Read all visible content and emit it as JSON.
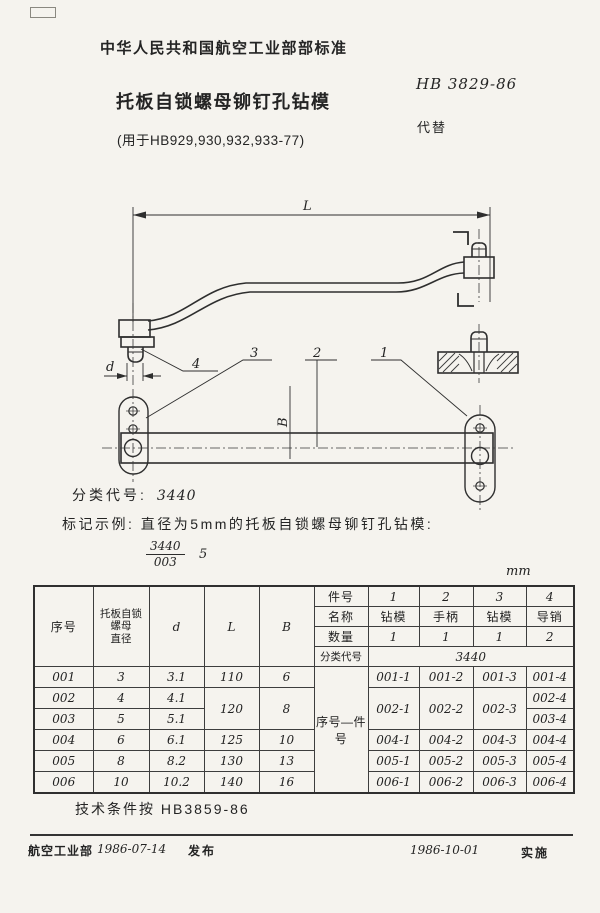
{
  "header": {
    "org": "中华人民共和国航空工业部部标准",
    "standard_no": "HB 3829-86",
    "title": "托板自锁螺母铆钉孔钻模",
    "subtitle": "(用于HB929,930,932,933-77)",
    "replaces_label": "代替"
  },
  "drawing": {
    "dim_length": "L",
    "dim_width": "B",
    "dim_diameter": "d",
    "callouts": [
      "4",
      "3",
      "2",
      "1"
    ]
  },
  "classification": {
    "label": "分类代号:",
    "value": "3440"
  },
  "marking_example": {
    "intro": "标记示例: 直径为5mm的托板自锁螺母铆钉孔钻模:",
    "fraction_numerator": "3440",
    "fraction_denominator": "003",
    "suffix": "5"
  },
  "table": {
    "unit": "mm",
    "left_headers": {
      "seq": "序号",
      "dia_lines": [
        "托板自锁",
        "螺母",
        "直径"
      ],
      "d": "d",
      "L": "L",
      "B": "B"
    },
    "right_header_rows": [
      {
        "label": "件号",
        "values": [
          "1",
          "2",
          "3",
          "4"
        ]
      },
      {
        "label": "名称",
        "values": [
          "钻模",
          "手柄",
          "钻模",
          "导销"
        ]
      },
      {
        "label": "数量",
        "values": [
          "1",
          "1",
          "1",
          "2"
        ]
      },
      {
        "label": "分类代号",
        "merged_value": "3440"
      }
    ],
    "body_label": "序号—件号",
    "rows": [
      {
        "seq": "001",
        "dia": "3",
        "d": "3.1",
        "L": "110",
        "B": "6",
        "parts": [
          "001-1",
          "001-2",
          "001-3",
          "001-4"
        ]
      },
      {
        "seq": "002",
        "dia": "4",
        "d": "4.1",
        "L": "120",
        "B": "8",
        "parts": [
          "002-1",
          "002-2",
          "002-3",
          "002-4"
        ]
      },
      {
        "seq": "003",
        "dia": "5",
        "d": "5.1",
        "L": "",
        "B": "",
        "parts": [
          "",
          "",
          "",
          "003-4"
        ]
      },
      {
        "seq": "004",
        "dia": "6",
        "d": "6.1",
        "L": "125",
        "B": "10",
        "parts": [
          "004-1",
          "004-2",
          "004-3",
          "004-4"
        ]
      },
      {
        "seq": "005",
        "dia": "8",
        "d": "8.2",
        "L": "130",
        "B": "13",
        "parts": [
          "005-1",
          "005-2",
          "005-3",
          "005-4"
        ]
      },
      {
        "seq": "006",
        "dia": "10",
        "d": "10.2",
        "L": "140",
        "B": "16",
        "parts": [
          "006-1",
          "006-2",
          "006-3",
          "006-4"
        ]
      }
    ]
  },
  "tech_note": "技术条件按 HB3859-86",
  "footer": {
    "org": "航空工业部",
    "issue_date": "1986-07-14",
    "issue_label": "发布",
    "impl_date": "1986-10-01",
    "impl_label": "实施"
  }
}
